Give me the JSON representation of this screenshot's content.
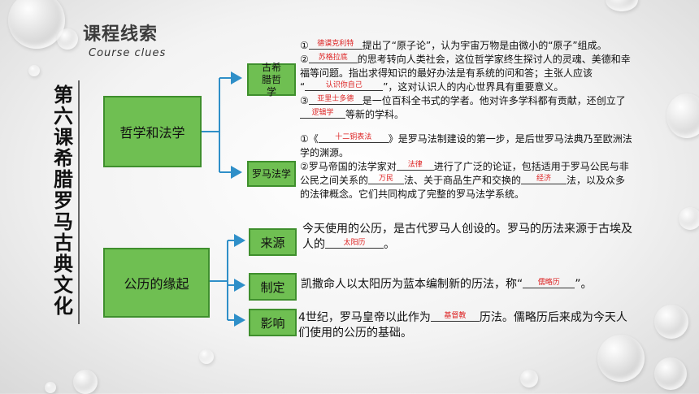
{
  "header": {
    "title": "课程线索",
    "subtitle": "Course clues"
  },
  "lesson_title": "第六课 希腊罗马古典文化",
  "topics": {
    "philosophy_law": {
      "label": "哲学和法学",
      "greek": {
        "label": "古希腊哲学",
        "lines": {
          "l1_pre": "①",
          "l1_ans": "德谟克利特",
          "l1_post": "提出了“原子论”，认为宇宙万物是由微小的“原子”组成。",
          "l2_pre": "②",
          "l2_ans": "苏格拉底",
          "l2_post": "的思考转向人类社会，这位哲学家终生探讨人的灵魂、美德和幸",
          "l3": "福等问题。指出求得知识的最好办法是有系统的问和答；主张人应该",
          "l4_pre": "“",
          "l4_ans": "认识你自己",
          "l4_post": "”，这对认识人的内心世界具有重要意义。",
          "l5_pre": "③",
          "l5_ans": "亚里士多德",
          "l5_post": "是一位百科全书式的学者。他对许多学科都有贡献，还创立了",
          "l6_ans": "逻辑学",
          "l6_post": "等新的学科。"
        }
      },
      "roman": {
        "label": "罗马法学",
        "lines": {
          "l1_pre": "①《",
          "l1_ans": "十二铜表法",
          "l1_post": "》是罗马法制建设的第一步，是后世罗马法典乃至欧洲法",
          "l2": "学的渊源。",
          "l3_pre": "②罗马帝国的法学家对",
          "l3_ans": "法律",
          "l3_post": "进行了广泛的论证，包括适用于罗马公民与非",
          "l4_pre": "公民之间关系的",
          "l4_ans": "万民",
          "l4_mid": "法、关于商品生产和交换的",
          "l4_ans2": "经济",
          "l4_post": "法，以及众多",
          "l5": "的法律概念。它们共同构成了完整的罗马法学系统。"
        }
      }
    },
    "calendar": {
      "label": "公历的缘起",
      "origin": {
        "label": "来源",
        "line1": "今天使用的公历，是古代罗马人创设的。罗马的历法来源于古埃及",
        "line2_pre": "人的",
        "line2_ans": "太阳历",
        "line2_post": "。"
      },
      "formulate": {
        "label": "制定",
        "line_pre": "凯撒命人以太阳历为蓝本编制新的历法，称“",
        "line_ans": "儒略历",
        "line_post": "”。"
      },
      "influence": {
        "label": "影响",
        "line1_pre": "4世纪，罗马皇帝以此作为",
        "line1_ans": "基督教",
        "line1_post": "历法。儒略历后来成为今天人",
        "line2": "们使用的公历的基础。"
      }
    }
  },
  "colors": {
    "box_fill": "#6fbf52",
    "box_border": "#3f8f2d",
    "arrow": "#2f8fc8",
    "answer": "#d22222"
  }
}
